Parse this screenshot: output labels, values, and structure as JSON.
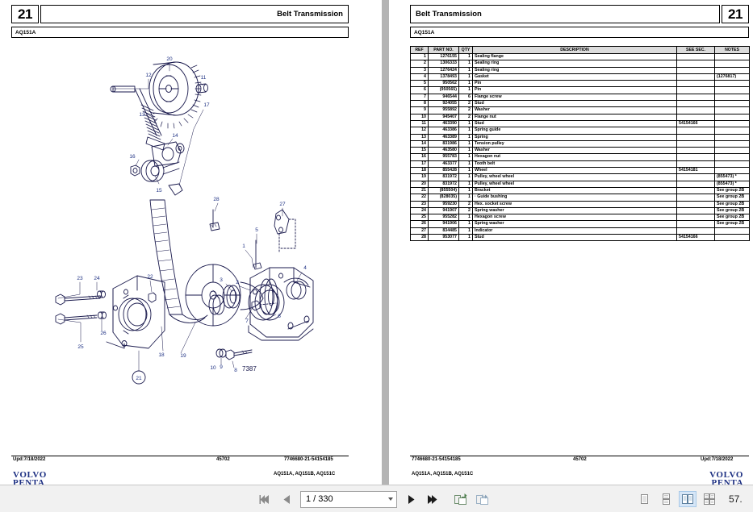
{
  "left_page": {
    "section_number": "21",
    "title": "Belt Transmission",
    "model": "AQ151A",
    "drawing_number": "7387",
    "callouts": [
      "1",
      "2",
      "3",
      "4",
      "5",
      "6",
      "7",
      "8",
      "9",
      "10",
      "11",
      "12",
      "13",
      "14",
      "15",
      "16",
      "17",
      "18",
      "19",
      "20",
      "21",
      "22",
      "23",
      "24",
      "25",
      "26",
      "27",
      "28"
    ],
    "footer": {
      "updated": "Upd:7/18/2022",
      "code": "45702",
      "part_number": "7746680-21-54154185",
      "models": "AQ151A, AQ151B, AQ151C",
      "logo_line1": "VOLVO",
      "logo_line2": "PENTA"
    }
  },
  "right_page": {
    "section_number": "21",
    "title": "Belt Transmission",
    "model": "AQ151A",
    "table": {
      "columns": [
        "REF",
        "PART NO.",
        "QTY",
        "DESCRIPTION",
        "SEE SEC.",
        "NOTES"
      ],
      "rows": [
        {
          "ref": "1",
          "part": "1276155",
          "qty": "1",
          "desc": "Sealing flange",
          "sec": "",
          "note": ""
        },
        {
          "ref": "2",
          "part": "1306333",
          "qty": "1",
          "desc": "Sealing ring",
          "sec": "",
          "note": ""
        },
        {
          "ref": "3",
          "part": "1276424",
          "qty": "1",
          "desc": "Sealing ring",
          "sec": "",
          "note": ""
        },
        {
          "ref": "4",
          "part": "1378493",
          "qty": "1",
          "desc": "Gasket",
          "sec": "",
          "note": "(1276817)"
        },
        {
          "ref": "5",
          "part": "950562",
          "qty": "1",
          "desc": "Pin",
          "sec": "",
          "note": ""
        },
        {
          "ref": "6",
          "part": "(950565)",
          "qty": "1",
          "desc": "Pin",
          "sec": "",
          "note": ""
        },
        {
          "ref": "7",
          "part": "946544",
          "qty": "6",
          "desc": "Flange screw",
          "sec": "",
          "note": ""
        },
        {
          "ref": "8",
          "part": "924055",
          "qty": "2",
          "desc": "Stud",
          "sec": "",
          "note": ""
        },
        {
          "ref": "9",
          "part": "955892",
          "qty": "2",
          "desc": "Washer",
          "sec": "",
          "note": ""
        },
        {
          "ref": "10",
          "part": "945407",
          "qty": "2",
          "desc": "Flange nut",
          "sec": "",
          "note": ""
        },
        {
          "ref": "11",
          "part": "463390",
          "qty": "1",
          "desc": "Stud",
          "sec": "54154166",
          "note": ""
        },
        {
          "ref": "12",
          "part": "463386",
          "qty": "1",
          "desc": "Spring guide",
          "sec": "",
          "note": ""
        },
        {
          "ref": "13",
          "part": "463389",
          "qty": "1",
          "desc": "Spring",
          "sec": "",
          "note": ""
        },
        {
          "ref": "14",
          "part": "831986",
          "qty": "1",
          "desc": "Tension pulley",
          "sec": "",
          "note": ""
        },
        {
          "ref": "15",
          "part": "463580",
          "qty": "1",
          "desc": "Washer",
          "sec": "",
          "note": ""
        },
        {
          "ref": "16",
          "part": "955783",
          "qty": "1",
          "desc": "Hexagon nut",
          "sec": "",
          "note": ""
        },
        {
          "ref": "17",
          "part": "463377",
          "qty": "1",
          "desc": "Tooth belt",
          "sec": "",
          "note": ""
        },
        {
          "ref": "18",
          "part": "855428",
          "qty": "1",
          "desc": "Wheel",
          "sec": "54154181",
          "note": ""
        },
        {
          "ref": "19",
          "part": "831972",
          "qty": "1",
          "desc": "Pulley, wheel wheel",
          "sec": "",
          "note": "(855473) *"
        },
        {
          "ref": "20",
          "part": "831972",
          "qty": "1",
          "desc": "Pulley, wheel wheel",
          "sec": "",
          "note": "(855473) *"
        },
        {
          "ref": "21",
          "part": "(855504)",
          "qty": "1",
          "desc": "Bracket",
          "sec": "",
          "note": "See group 2B"
        },
        {
          "ref": "22",
          "part": "(828035)",
          "qty": "1",
          "desc": "· Guide bushing",
          "sec": "",
          "note": "See group 2B"
        },
        {
          "ref": "23",
          "part": "959230",
          "qty": "2",
          "desc": "Hex. socket screw",
          "sec": "",
          "note": "See group 2B"
        },
        {
          "ref": "24",
          "part": "941907",
          "qty": "2",
          "desc": "Spring washer",
          "sec": "",
          "note": "See group 2B"
        },
        {
          "ref": "25",
          "part": "955282",
          "qty": "1",
          "desc": "Hexagon screw",
          "sec": "",
          "note": "See group 2B"
        },
        {
          "ref": "26",
          "part": "941906",
          "qty": "1",
          "desc": "Spring washer",
          "sec": "",
          "note": "See group 2B"
        },
        {
          "ref": "27",
          "part": "834485",
          "qty": "1",
          "desc": "Indicator",
          "sec": "",
          "note": ""
        },
        {
          "ref": "28",
          "part": "953077",
          "qty": "1",
          "desc": "Stud",
          "sec": "54154166",
          "note": ""
        }
      ]
    },
    "footer": {
      "part_number": "7746680-21-54154185",
      "code": "45702",
      "updated": "Upd:7/18/2022",
      "models": "AQ151A, AQ151B, AQ151C",
      "logo_line1": "VOLVO",
      "logo_line2": "PENTA"
    }
  },
  "toolbar": {
    "first_page_label": "First page",
    "prev_page_label": "Previous page",
    "page_indicator": "1 / 330",
    "next_page_label": "Next page",
    "last_page_label": "Last page",
    "extract_label": "Extract pages",
    "replace_label": "Replace pages",
    "view_single_label": "Single page view",
    "view_continuous_label": "Continuous view",
    "view_two_up_label": "Two page view",
    "view_two_up_continuous_label": "Two page continuous view",
    "zoom_level": "57."
  },
  "colors": {
    "logo_blue": "#1c2f82",
    "diagram_line": "#1a1a4d",
    "callout_blue": "#1c2f82",
    "toolbar_bg": "#f1f1f1",
    "active_view": "#d6e6f7"
  }
}
